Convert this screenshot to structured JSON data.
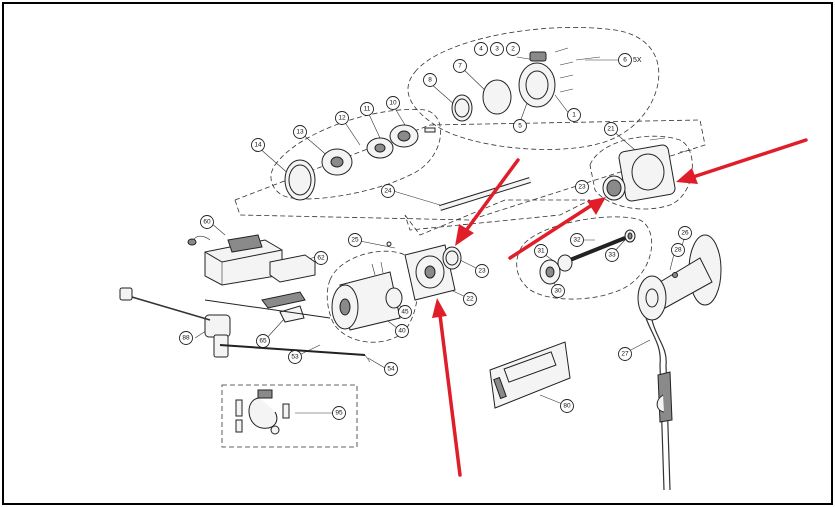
{
  "annotation_color": "#e01e2a",
  "callouts": [
    {
      "id": "c4",
      "label": "4"
    },
    {
      "id": "c3",
      "label": "3"
    },
    {
      "id": "c2",
      "label": "2"
    },
    {
      "id": "c6",
      "label": "6"
    },
    {
      "id": "c8",
      "label": "8"
    },
    {
      "id": "c7",
      "label": "7"
    },
    {
      "id": "c1",
      "label": "1"
    },
    {
      "id": "c5",
      "label": "5"
    },
    {
      "id": "c10",
      "label": "10"
    },
    {
      "id": "c11",
      "label": "11"
    },
    {
      "id": "c12",
      "label": "12"
    },
    {
      "id": "c13",
      "label": "13"
    },
    {
      "id": "c14",
      "label": "14"
    },
    {
      "id": "c21",
      "label": "21"
    },
    {
      "id": "c23b",
      "label": "23"
    },
    {
      "id": "c24",
      "label": "24"
    },
    {
      "id": "c60",
      "label": "60"
    },
    {
      "id": "c25",
      "label": "25"
    },
    {
      "id": "c62",
      "label": "62"
    },
    {
      "id": "c23a",
      "label": "23"
    },
    {
      "id": "c22",
      "label": "22"
    },
    {
      "id": "c45",
      "label": "45"
    },
    {
      "id": "c40",
      "label": "40"
    },
    {
      "id": "c31",
      "label": "31"
    },
    {
      "id": "c32",
      "label": "32"
    },
    {
      "id": "c33",
      "label": "33"
    },
    {
      "id": "c30",
      "label": "30"
    },
    {
      "id": "c28",
      "label": "28"
    },
    {
      "id": "c26",
      "label": "26"
    },
    {
      "id": "c88",
      "label": "88"
    },
    {
      "id": "c65",
      "label": "65"
    },
    {
      "id": "c53",
      "label": "53"
    },
    {
      "id": "c54",
      "label": "54"
    },
    {
      "id": "c27",
      "label": "27"
    },
    {
      "id": "c80",
      "label": "80"
    },
    {
      "id": "c95",
      "label": "95"
    }
  ],
  "bolt_note": "5X"
}
